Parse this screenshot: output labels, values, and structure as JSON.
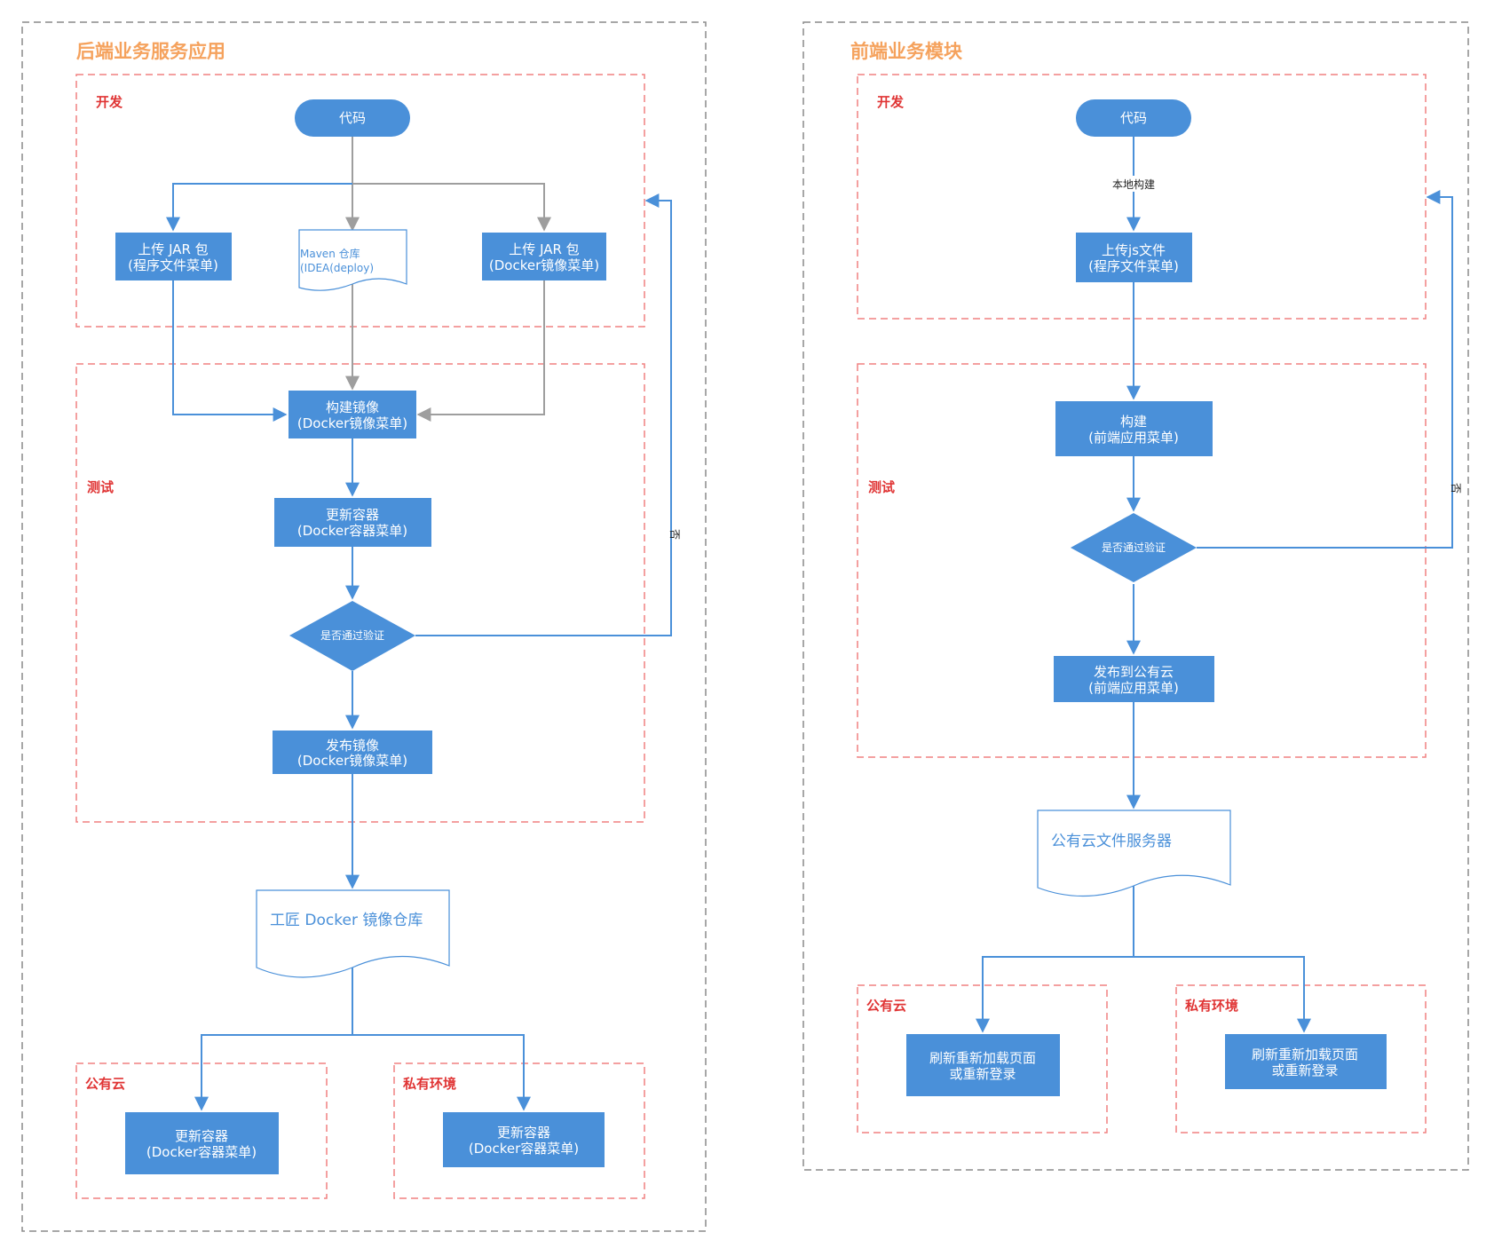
{
  "colors": {
    "box": "#4a90d9",
    "arrow_blue": "#4a90d9",
    "arrow_gray": "#9e9e9e",
    "panel_border": "#8a8a8a",
    "stage_border": "#f08080",
    "stage_title": "#e03535",
    "panel_title": "#f5a25d"
  },
  "backend": {
    "title": "后端业务服务应用",
    "stage_dev": "开发",
    "stage_test": "测试",
    "stage_public": "公有云",
    "stage_private": "私有环境",
    "code": "代码",
    "upload_jar_prog": [
      "上传 JAR 包",
      "(程序文件菜单)"
    ],
    "maven_repo": [
      "Maven 仓库",
      "(IDEA(deploy)"
    ],
    "upload_jar_docker": [
      "上传 JAR 包",
      "(Docker镜像菜单)"
    ],
    "build_image": [
      "构建镜像",
      "(Docker镜像菜单)"
    ],
    "update_container": [
      "更新容器",
      "(Docker容器菜单)"
    ],
    "verify": "是否通过验证",
    "no_label": "否",
    "publish_image": [
      "发布镜像",
      "(Docker镜像菜单)"
    ],
    "registry": "工匠 Docker 镜像仓库",
    "public_update": [
      "更新容器",
      "(Docker容器菜单)"
    ],
    "private_update": [
      "更新容器",
      "(Docker容器菜单)"
    ]
  },
  "frontend": {
    "title": "前端业务模块",
    "stage_dev": "开发",
    "stage_test": "测试",
    "stage_public": "公有云",
    "stage_private": "私有环境",
    "code": "代码",
    "local_build_label": "本地构建",
    "upload_js": [
      "上传js文件",
      "(程序文件菜单)"
    ],
    "build": [
      "构建",
      "(前端应用菜单)"
    ],
    "verify": "是否通过验证",
    "no_label": "否",
    "publish_cloud": [
      "发布到公有云",
      "(前端应用菜单)"
    ],
    "file_server": "公有云文件服务器",
    "public_refresh": [
      "刷新重新加载页面",
      "或重新登录"
    ],
    "private_refresh": [
      "刷新重新加载页面",
      "或重新登录"
    ]
  }
}
